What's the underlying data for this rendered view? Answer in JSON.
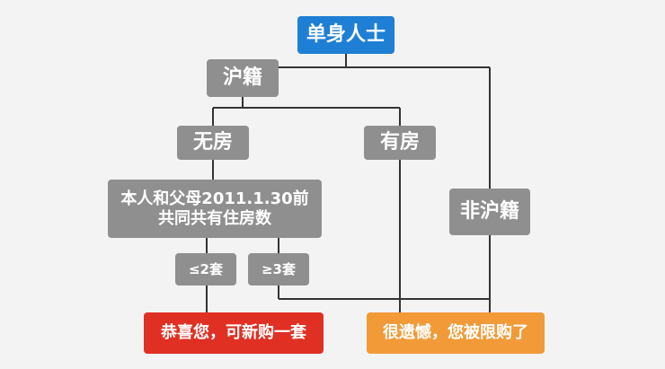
{
  "nodes": {
    "single_person": "单身人士",
    "local_hukou": "沪籍",
    "no_house": "无房",
    "has_house": "有房",
    "non_local_hukou": "非沪籍",
    "condition_line1": "本人和父母2011.1.30前",
    "condition_line2": "共同共有住房数",
    "le2": "≤2套",
    "ge3": "≥3套",
    "result_can_buy": "恭喜您，可新购一套",
    "result_restricted": "很遗憾，您被限购了"
  },
  "colors": {
    "start": "#1f7fd4",
    "neutral": "#8f8f8f",
    "positive": "#e03023",
    "negative": "#f29a38"
  }
}
